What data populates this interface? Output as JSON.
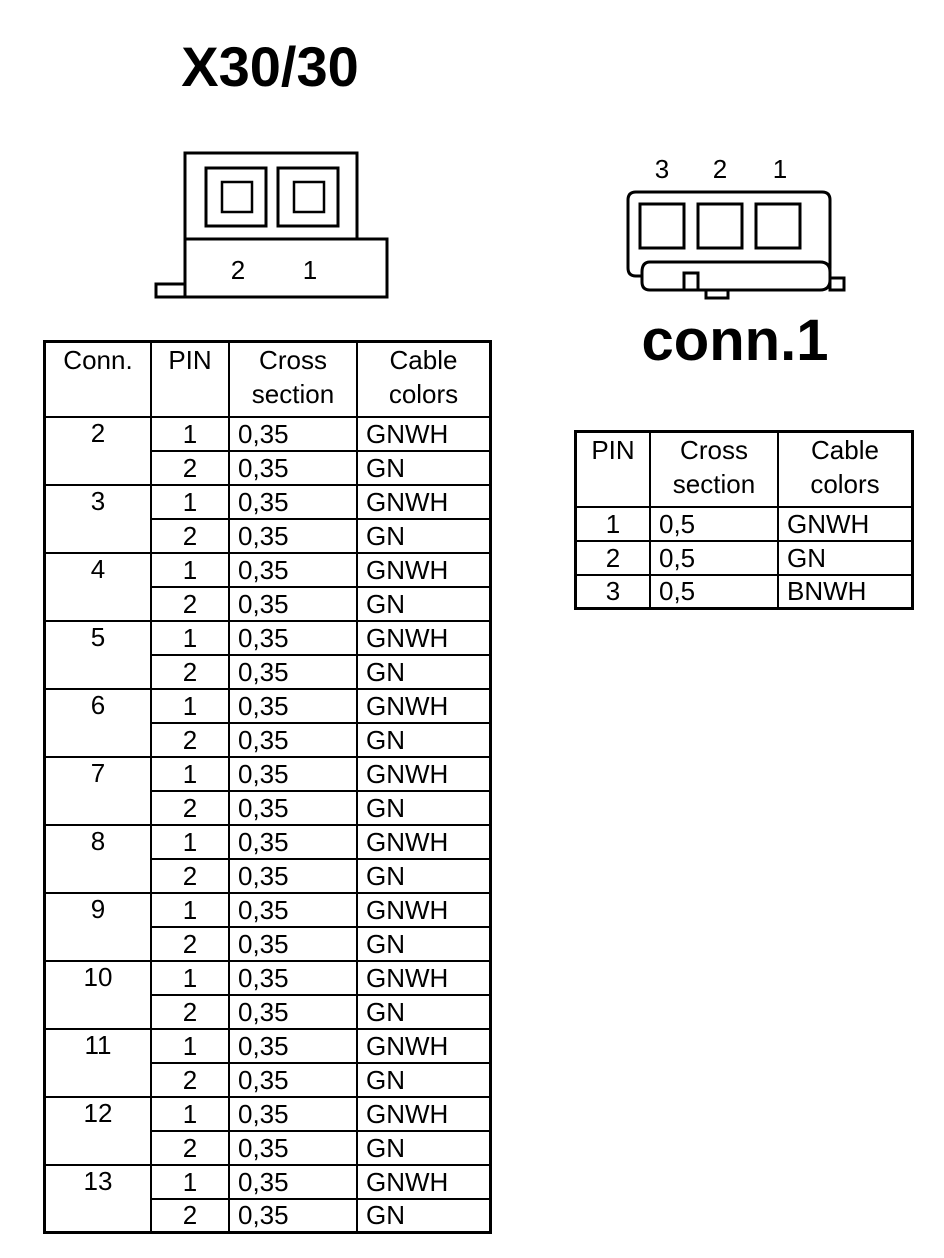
{
  "x30": {
    "title": "X30/30",
    "pin_labels": [
      "2",
      "1"
    ],
    "table": {
      "headers": {
        "conn": "Conn.",
        "pin": "PIN",
        "cross": "Cross section",
        "colors": "Cable colors"
      },
      "groups": [
        {
          "conn": "2",
          "rows": [
            {
              "pin": "1",
              "cross": "0,35",
              "color": "GNWH"
            },
            {
              "pin": "2",
              "cross": "0,35",
              "color": "GN"
            }
          ]
        },
        {
          "conn": "3",
          "rows": [
            {
              "pin": "1",
              "cross": "0,35",
              "color": "GNWH"
            },
            {
              "pin": "2",
              "cross": "0,35",
              "color": "GN"
            }
          ]
        },
        {
          "conn": "4",
          "rows": [
            {
              "pin": "1",
              "cross": "0,35",
              "color": "GNWH"
            },
            {
              "pin": "2",
              "cross": "0,35",
              "color": "GN"
            }
          ]
        },
        {
          "conn": "5",
          "rows": [
            {
              "pin": "1",
              "cross": "0,35",
              "color": "GNWH"
            },
            {
              "pin": "2",
              "cross": "0,35",
              "color": "GN"
            }
          ]
        },
        {
          "conn": "6",
          "rows": [
            {
              "pin": "1",
              "cross": "0,35",
              "color": "GNWH"
            },
            {
              "pin": "2",
              "cross": "0,35",
              "color": "GN"
            }
          ]
        },
        {
          "conn": "7",
          "rows": [
            {
              "pin": "1",
              "cross": "0,35",
              "color": "GNWH"
            },
            {
              "pin": "2",
              "cross": "0,35",
              "color": "GN"
            }
          ]
        },
        {
          "conn": "8",
          "rows": [
            {
              "pin": "1",
              "cross": "0,35",
              "color": "GNWH"
            },
            {
              "pin": "2",
              "cross": "0,35",
              "color": "GN"
            }
          ]
        },
        {
          "conn": "9",
          "rows": [
            {
              "pin": "1",
              "cross": "0,35",
              "color": "GNWH"
            },
            {
              "pin": "2",
              "cross": "0,35",
              "color": "GN"
            }
          ]
        },
        {
          "conn": "10",
          "rows": [
            {
              "pin": "1",
              "cross": "0,35",
              "color": "GNWH"
            },
            {
              "pin": "2",
              "cross": "0,35",
              "color": "GN"
            }
          ]
        },
        {
          "conn": "11",
          "rows": [
            {
              "pin": "1",
              "cross": "0,35",
              "color": "GNWH"
            },
            {
              "pin": "2",
              "cross": "0,35",
              "color": "GN"
            }
          ]
        },
        {
          "conn": "12",
          "rows": [
            {
              "pin": "1",
              "cross": "0,35",
              "color": "GNWH"
            },
            {
              "pin": "2",
              "cross": "0,35",
              "color": "GN"
            }
          ]
        },
        {
          "conn": "13",
          "rows": [
            {
              "pin": "1",
              "cross": "0,35",
              "color": "GNWH"
            },
            {
              "pin": "2",
              "cross": "0,35",
              "color": "GN"
            }
          ]
        }
      ]
    }
  },
  "conn1": {
    "title": "conn.1",
    "pin_labels": [
      "3",
      "2",
      "1"
    ],
    "table": {
      "headers": {
        "pin": "PIN",
        "cross": "Cross section",
        "colors": "Cable colors"
      },
      "rows": [
        {
          "pin": "1",
          "cross": "0,5",
          "color": "GNWH"
        },
        {
          "pin": "2",
          "cross": "0,5",
          "color": "GN"
        },
        {
          "pin": "3",
          "cross": "0,5",
          "color": "BNWH"
        }
      ]
    }
  }
}
